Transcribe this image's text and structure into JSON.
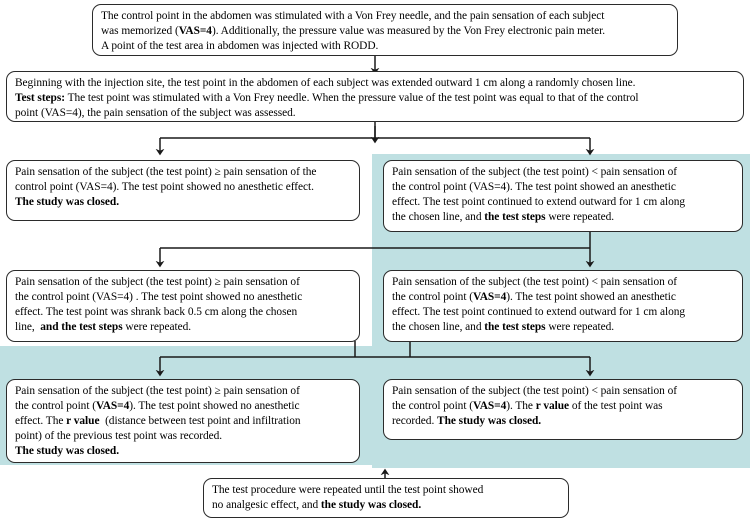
{
  "diagram": {
    "title": "Von Frey test procedure flowchart",
    "palette": {
      "background": "#ffffff",
      "highlight_band": "#bfe0e2",
      "node_fill": "#ffffff",
      "node_border": "#2b2b2b",
      "text": "#000000"
    },
    "nodes": {
      "start": {
        "id": "start",
        "lines": [
          "The control point in the abdomen was stimulated with a Von Frey needle, and the pain sensation of each subject",
          "was memorized (VAS=4). Additionally, the pressure value was measured by the Von Frey electronic pain meter.",
          "A point of the test area in abdomen was injected with RODD."
        ],
        "bold_terms": [
          "VAS=4"
        ]
      },
      "test_steps": {
        "id": "test-steps",
        "lines": [
          "Beginning with the injection site, the test point in the abdomen of each subject was extended outward 1 cm along a randomly chosen line.",
          "Test steps: The test point was stimulated with a Von Frey needle. When the pressure value of the test point was equal to that of the control",
          "point (VAS=4), the pain sensation of the subject was assessed."
        ],
        "bold_terms": [
          "Test steps:"
        ]
      },
      "r1_left": {
        "id": "round1-no-effect",
        "lines": [
          "Pain sensation of the subject (the test point) ≥ pain sensation of the",
          "control point (VAS=4). The test point showed no anesthetic effect.",
          "The study was closed."
        ],
        "bold_terms": [
          "The study was closed."
        ]
      },
      "r1_right": {
        "id": "round1-anesthetic-effect",
        "lines": [
          "Pain sensation of the subject (the test point) < pain sensation of",
          "the control point (VAS=4). The test point showed an anesthetic",
          "effect. The test point continued to extend outward for 1 cm along",
          "the chosen line, and the test steps were repeated."
        ],
        "bold_terms": [
          "the test steps"
        ]
      },
      "r2_left": {
        "id": "round2-no-effect-shrink",
        "lines": [
          "Pain sensation of the subject (the test point) ≥ pain sensation of",
          "the control point (VAS=4) . The test point showed no anesthetic",
          "effect. The test point was shrank back 0.5 cm along the chosen",
          "line,  and the test steps were repeated."
        ],
        "bold_terms": [
          "and the test steps"
        ]
      },
      "r2_right": {
        "id": "round2-anesthetic-effect",
        "lines": [
          "Pain sensation of the subject (the test point) < pain sensation of",
          "the control point (VAS=4). The test point showed an anesthetic",
          "effect. The test point continued to extend outward for 1 cm along",
          "the chosen line, and the test steps were repeated."
        ],
        "bold_terms": [
          "VAS=4",
          "the test steps"
        ]
      },
      "r3_left": {
        "id": "round3-no-effect-record-r",
        "lines": [
          "Pain sensation of the subject (the test point) ≥ pain sensation of",
          "the control point (VAS=4). The test point showed no anesthetic",
          "effect. The r value  (distance between test point and infiltration",
          "point) of the previous test point was recorded.",
          "The study was closed."
        ],
        "bold_terms": [
          "VAS=4",
          "r value",
          "The study was closed."
        ]
      },
      "r3_right": {
        "id": "round3-effect-record-r",
        "lines": [
          "Pain sensation of the subject (the test point) < pain sensation of",
          "the control point (VAS=4). The r value of the test point was",
          "recorded. The study was closed."
        ],
        "bold_terms": [
          "VAS=4",
          "r value",
          "The study was closed."
        ]
      },
      "repeat": {
        "id": "repeat-until-closed",
        "lines": [
          "The test procedure were repeated until the test point showed",
          "no analgesic effect, and the study was closed."
        ],
        "bold_terms": [
          "the study was closed."
        ]
      }
    }
  }
}
